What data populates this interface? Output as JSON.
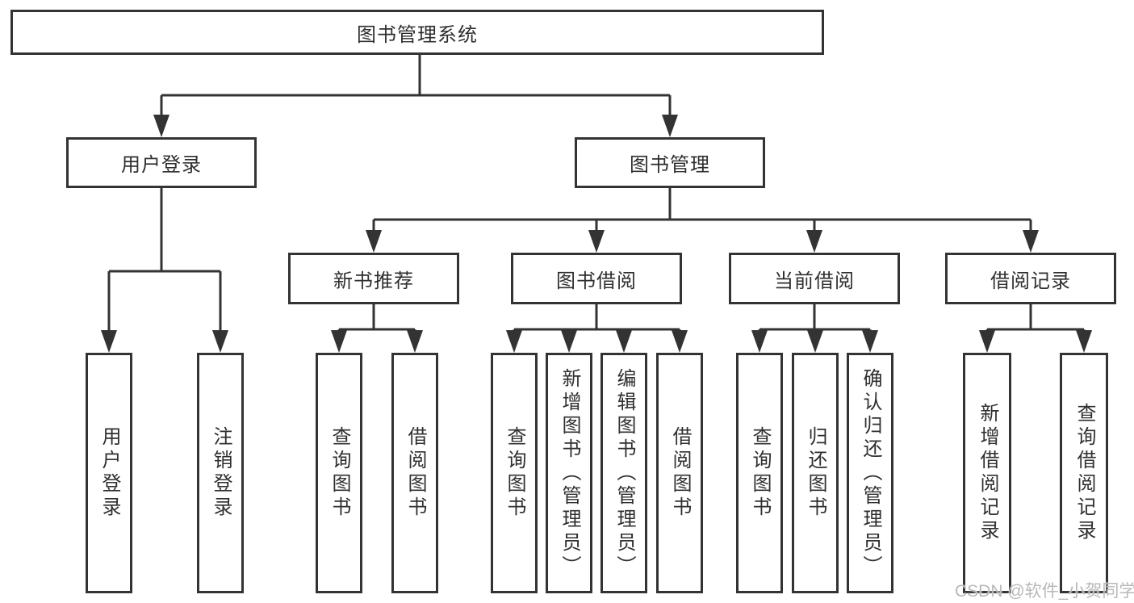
{
  "diagram": {
    "type": "tree",
    "root": {
      "label": "图书管理系统"
    },
    "branches": [
      {
        "label": "用户登录",
        "children": [
          {
            "label": "用户登录"
          },
          {
            "label": "注销登录"
          }
        ]
      },
      {
        "label": "图书管理",
        "sections": [
          {
            "label": "新书推荐",
            "children": [
              {
                "label": "查询图书"
              },
              {
                "label": "借阅图书"
              }
            ]
          },
          {
            "label": "图书借阅",
            "children": [
              {
                "label": "查询图书"
              },
              {
                "label": "新增图书（管理员）"
              },
              {
                "label": "编辑图书（管理员）"
              },
              {
                "label": "借阅图书"
              }
            ]
          },
          {
            "label": "当前借阅",
            "children": [
              {
                "label": "查询图书"
              },
              {
                "label": "归还图书"
              },
              {
                "label": "确认归还（管理员）"
              }
            ]
          },
          {
            "label": "借阅记录",
            "children": [
              {
                "label": "新增借阅记录"
              },
              {
                "label": "查询借阅记录"
              }
            ]
          }
        ]
      }
    ]
  },
  "watermark": {
    "text": "CSDN @软件_小贺同学"
  },
  "colors": {
    "line": "#333333",
    "text": "#2f2f2f",
    "box_fill": "#ffffff",
    "watermark": "#b9b9b9",
    "background": "#ffffff"
  }
}
